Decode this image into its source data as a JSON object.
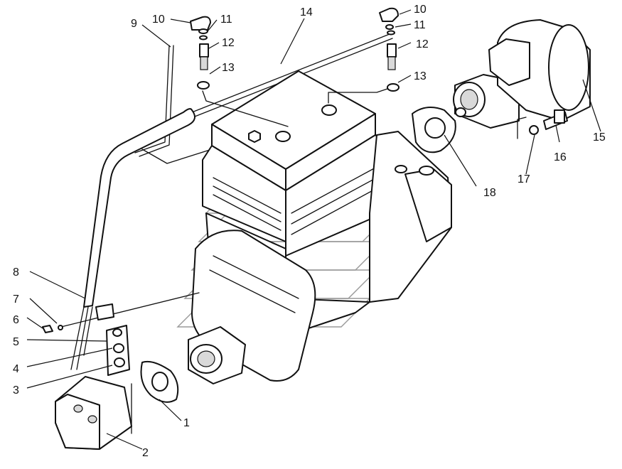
{
  "callouts": {
    "c1": "1",
    "c2": "2",
    "c3": "3",
    "c4": "4",
    "c5": "5",
    "c6": "6",
    "c7": "7",
    "c8": "8",
    "c9": "9",
    "c10a": "10",
    "c10b": "10",
    "c11a": "11",
    "c11b": "11",
    "c12a": "12",
    "c12b": "12",
    "c13a": "13",
    "c13b": "13",
    "c14": "14",
    "c15": "15",
    "c16": "16",
    "c17": "17",
    "c18": "18"
  }
}
